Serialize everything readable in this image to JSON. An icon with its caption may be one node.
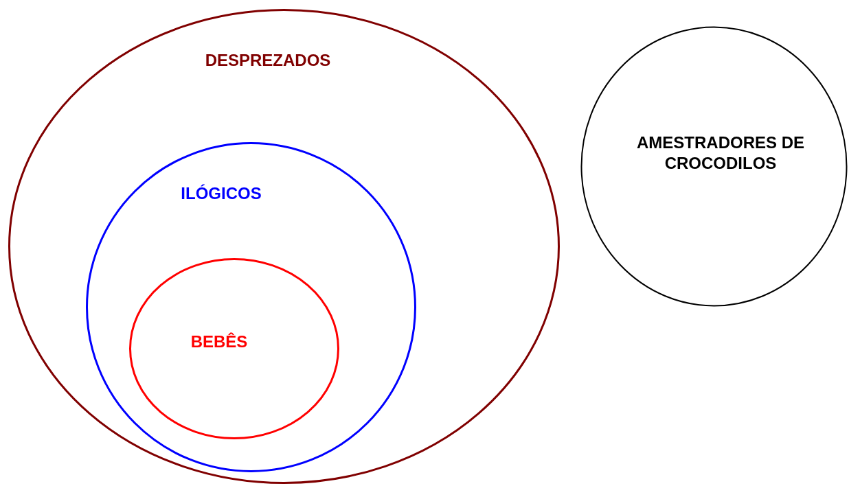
{
  "diagram": {
    "nodes": [
      {
        "text": [
          "DESPREZADOS"
        ]
      },
      {
        "text": [
          "ILÓGICOS"
        ],
        "in": 0
      },
      {
        "text": [
          "BEBÊS"
        ],
        "in": 1
      },
      {
        "text": [
          "AMESTRADORES DE CROCODILOS"
        ]
      }
    ],
    "edges": []
  }
}
